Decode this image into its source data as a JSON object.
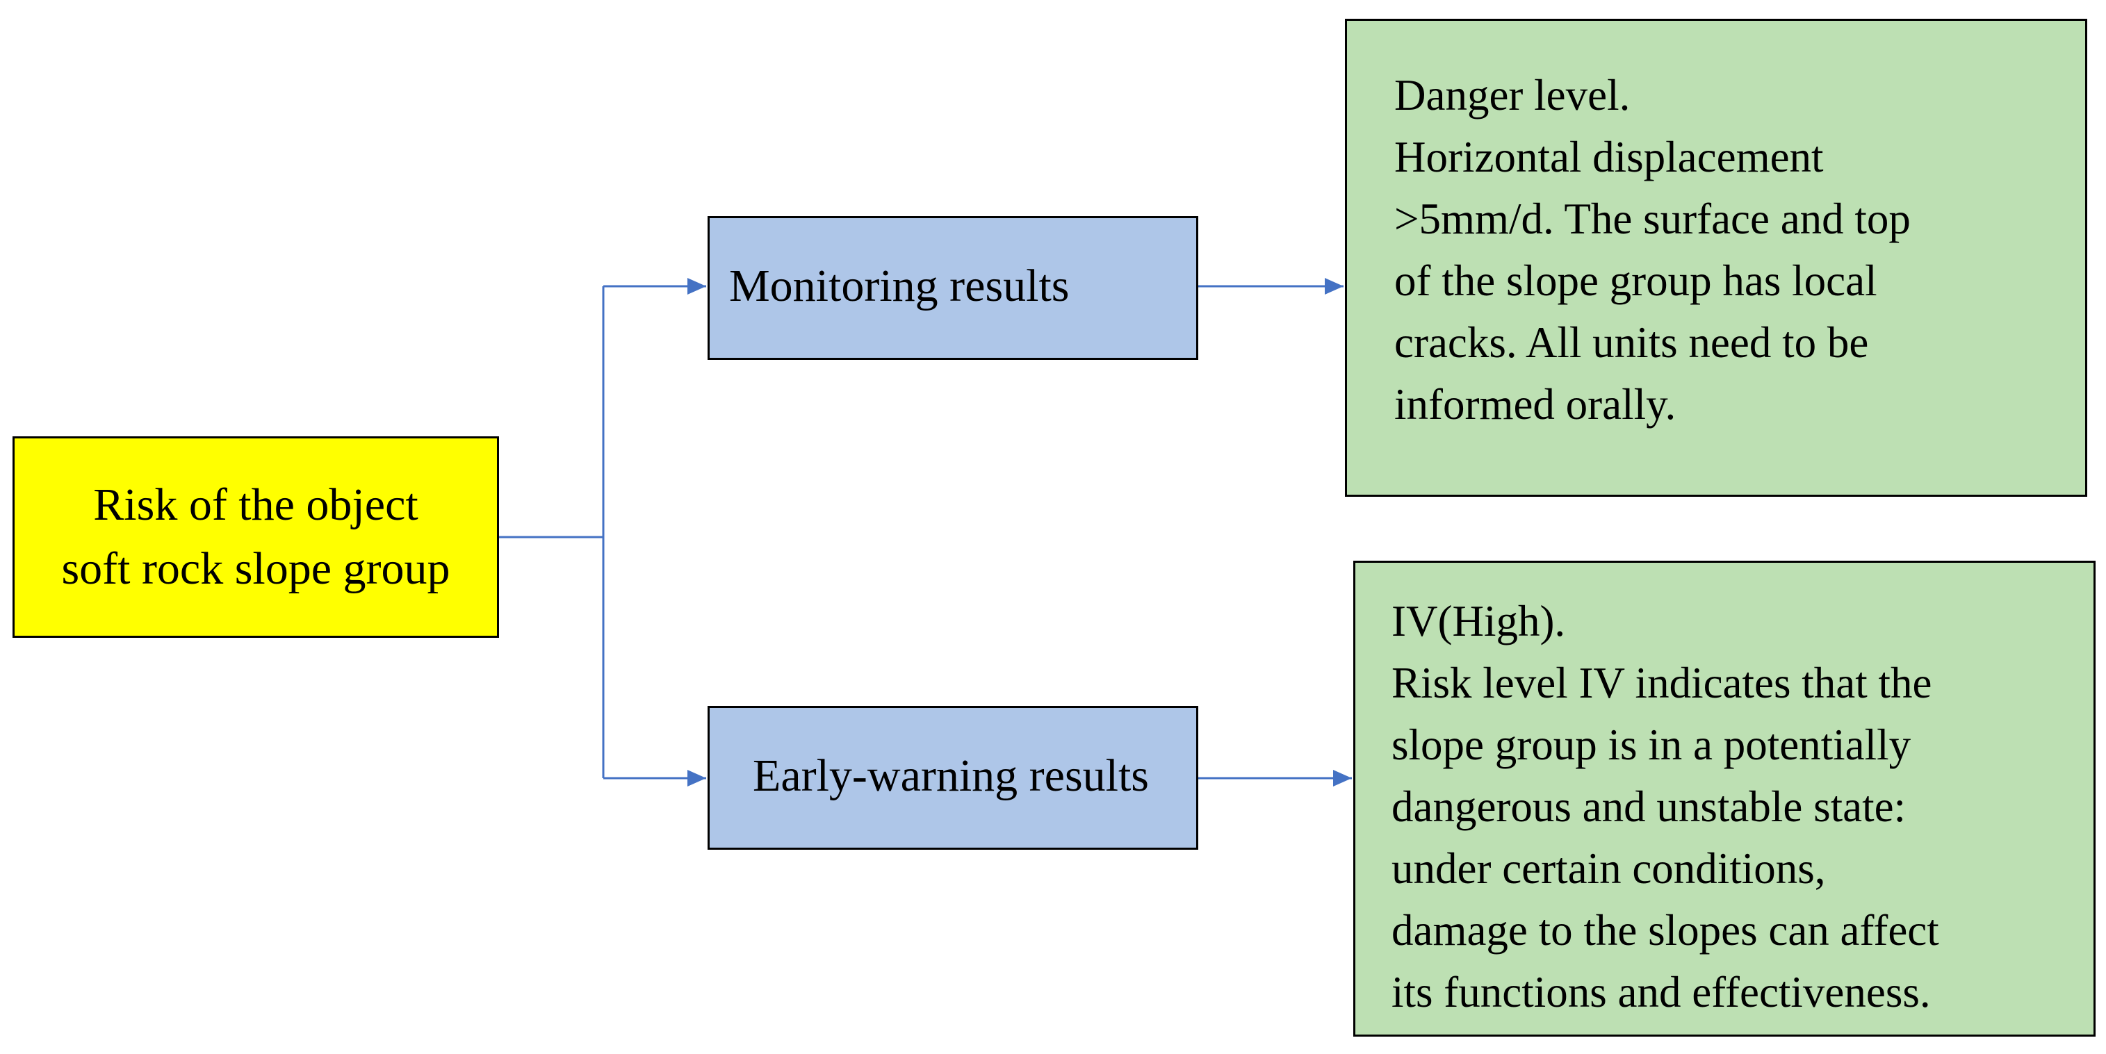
{
  "colors": {
    "root_fill": "#ffff00",
    "mid_fill": "#aec6e8",
    "result_fill": "#bde0b3",
    "connector": "#4472c4",
    "border": "#000000"
  },
  "root": {
    "label": "Risk of the object\nsoft rock slope group"
  },
  "branches": [
    {
      "label": "Monitoring results",
      "result_lines": [
        "Danger level.",
        "Horizontal displacement",
        ">5mm/d. The surface and top",
        "of the slope group has local",
        "cracks. All units need to be",
        "informed orally."
      ]
    },
    {
      "label": "Early-warning results",
      "result_lines": [
        "IV(High).",
        "Risk level IV indicates that the",
        "slope group is in a potentially",
        "dangerous and unstable state:",
        "under certain conditions,",
        "damage to the slopes can affect",
        "its functions and effectiveness."
      ]
    }
  ]
}
